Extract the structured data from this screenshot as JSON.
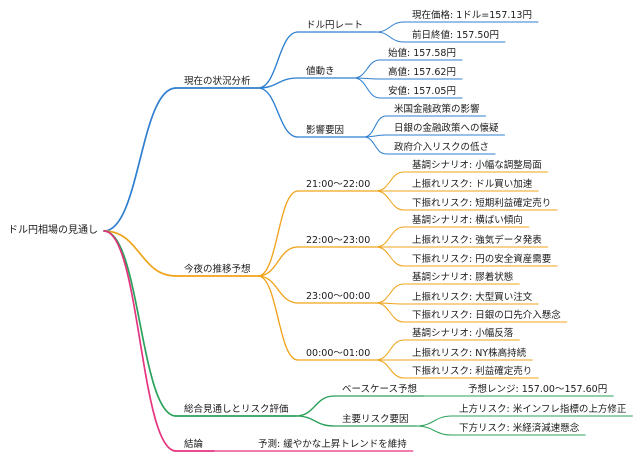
{
  "mindmap": {
    "root": "ドル円相場の見通し",
    "current_analysis": {
      "label": "現在の状況分析",
      "rate": {
        "label": "ドル円レート",
        "items": [
          "現在価格: 1ドル=157.13円",
          "前日終値: 157.50円"
        ]
      },
      "price_action": {
        "label": "値動き",
        "items": [
          "始値: 157.58円",
          "高値: 157.62円",
          "安値: 157.05円"
        ]
      },
      "factors": {
        "label": "影響要因",
        "items": [
          "米国金融政策の影響",
          "日銀の金融政策への懐疑",
          "政府介入リスクの低さ"
        ]
      }
    },
    "tonight_forecast": {
      "label": "今夜の推移予想",
      "slots": [
        {
          "label": "21:00〜22:00",
          "items": [
            "基調シナリオ: 小幅な調整局面",
            "上振れリスク: ドル買い加速",
            "下振れリスク: 短期利益確定売り"
          ]
        },
        {
          "label": "22:00〜23:00",
          "items": [
            "基調シナリオ: 横ばい傾向",
            "上振れリスク: 強気データ発表",
            "下振れリスク: 円の安全資産需要"
          ]
        },
        {
          "label": "23:00〜00:00",
          "items": [
            "基調シナリオ: 膠着状態",
            "上振れリスク: 大型買い注文",
            "下振れリスク: 日銀の口先介入懸念"
          ]
        },
        {
          "label": "00:00〜01:00",
          "items": [
            "基調シナリオ: 小幅反落",
            "上振れリスク: NY株高持続",
            "下振れリスク: 利益確定売り"
          ]
        }
      ]
    },
    "overall_outlook": {
      "label": "総合見通しとリスク評価",
      "base_case": {
        "label": "ベースケース予想",
        "items": [
          "予想レンジ: 157.00〜157.60円"
        ]
      },
      "key_risks": {
        "label": "主要リスク要因",
        "items": [
          "上方リスク: 米インフレ指標の上方修正",
          "下方リスク: 米経済減速懸念"
        ]
      }
    },
    "conclusion": {
      "label": "結論",
      "items": [
        "予測: 緩やかな上昇トレンドを維持"
      ]
    }
  },
  "colors": {
    "current_analysis": "#2f7fd0",
    "tonight_forecast": "#f0a31a",
    "overall_outlook": "#2aa05a",
    "conclusion": "#e4337f"
  }
}
